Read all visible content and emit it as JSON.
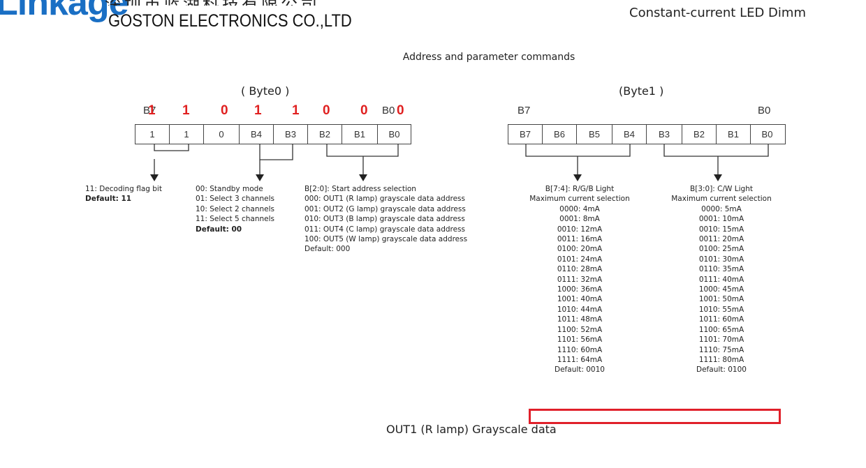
{
  "header": {
    "logo_text": "Linkage",
    "company_cn": "深圳市蓝湖科技有限公司",
    "company_en": "GOSTON ELECTRONICS CO.,LTD",
    "doc_title": "Constant-current LED Dimm"
  },
  "section_title": "Address and parameter commands",
  "byte0": {
    "label": "( Byte0 )",
    "msb_label": "B7",
    "lsb_label": "B0",
    "highlight_bits": [
      "1",
      "1",
      "0",
      "1",
      "1",
      "0",
      "0",
      "0"
    ],
    "cells": [
      "1",
      "1",
      "0",
      "B4",
      "B3",
      "B2",
      "B1",
      "B0"
    ],
    "groups": [
      {
        "lines": [
          "11: Decoding flag bit"
        ],
        "default": "Default: 11"
      },
      {
        "lines": [
          "00: Standby mode",
          "01: Select 3 channels",
          "10: Select 2 channels",
          "11: Select 5 channels"
        ],
        "default": "Default: 00"
      },
      {
        "lines": [
          "B[2:0]: Start address selection",
          "000: OUT1 (R lamp) grayscale data address",
          "001: OUT2 (G lamp) grayscale data address",
          "010: OUT3 (B lamp) grayscale data address",
          "011: OUT4 (C lamp) grayscale data address",
          "100: OUT5 (W lamp) grayscale data address"
        ],
        "default": "Default: 000"
      }
    ]
  },
  "byte1": {
    "label": "(Byte1 )",
    "msb_label": "B7",
    "lsb_label": "B0",
    "cells": [
      "B7",
      "B6",
      "B5",
      "B4",
      "B3",
      "B2",
      "B1",
      "B0"
    ],
    "rgb": {
      "title": "B[7:4]: R/G/B Light",
      "subtitle": "Maximum current selection",
      "rows": [
        "0000: 4mA",
        "0001: 8mA",
        "0010: 12mA",
        "0011: 16mA",
        "0100: 20mA",
        "0101: 24mA",
        "0110: 28mA",
        "0111: 32mA",
        "1000: 36mA",
        "1001: 40mA",
        "1010: 44mA",
        "1011: 48mA",
        "1100: 52mA",
        "1101: 56mA",
        "1110: 60mA",
        "1111: 64mA"
      ],
      "default": "Default: 0010"
    },
    "cw": {
      "title": "B[3:0]: C/W Light",
      "subtitle": "Maximum current selection",
      "rows": [
        "0000: 5mA",
        "0001: 10mA",
        "0010: 15mA",
        "0011: 20mA",
        "0100: 25mA",
        "0101: 30mA",
        "0110: 35mA",
        "0111: 40mA",
        "1000: 45mA",
        "1001: 50mA",
        "1010: 55mA",
        "1011: 60mA",
        "1100: 65mA",
        "1101: 70mA",
        "1110: 75mA",
        "1111: 80mA"
      ],
      "default": "Default: 0100"
    }
  },
  "highlight_color": "#e0202a",
  "caption": "OUT1 (R lamp) Grayscale data"
}
